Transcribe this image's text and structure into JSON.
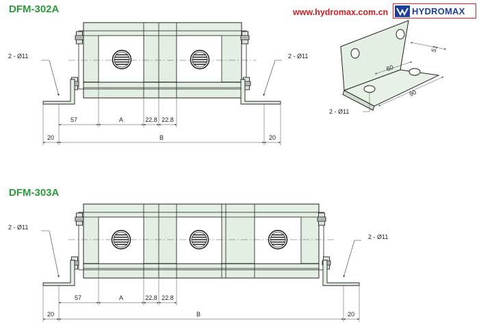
{
  "header": {
    "title_top": "DFM-302A",
    "title_bottom": "DFM-303A",
    "website": "www.hydromax.com.cn",
    "brand": "HYDROMAX"
  },
  "top_diagram": {
    "hole_left": "2 - Ø11",
    "hole_right": "2 - Ø11",
    "dim_57": "57",
    "dim_a": "A",
    "dim_228a": "22.8",
    "dim_228b": "22.8",
    "dim_20_left": "20",
    "dim_b": "B",
    "dim_20_right": "20"
  },
  "bracket_view": {
    "dim_51": "51",
    "dim_60": "60",
    "dim_90": "90",
    "hole": "2 - Ø11"
  },
  "bottom_diagram": {
    "hole_left": "2 - Ø11",
    "hole_right": "2 - Ø11",
    "dim_57": "57",
    "dim_a": "A",
    "dim_228a": "22.8",
    "dim_228b": "22.8",
    "dim_20_left": "20",
    "dim_b": "B",
    "dim_20_right": "20"
  },
  "colors": {
    "title_green": "#2e9a3a",
    "url_red": "#d21f1f",
    "brand_blue": "#1a3f9e",
    "body_fill": "#e3efe2"
  }
}
